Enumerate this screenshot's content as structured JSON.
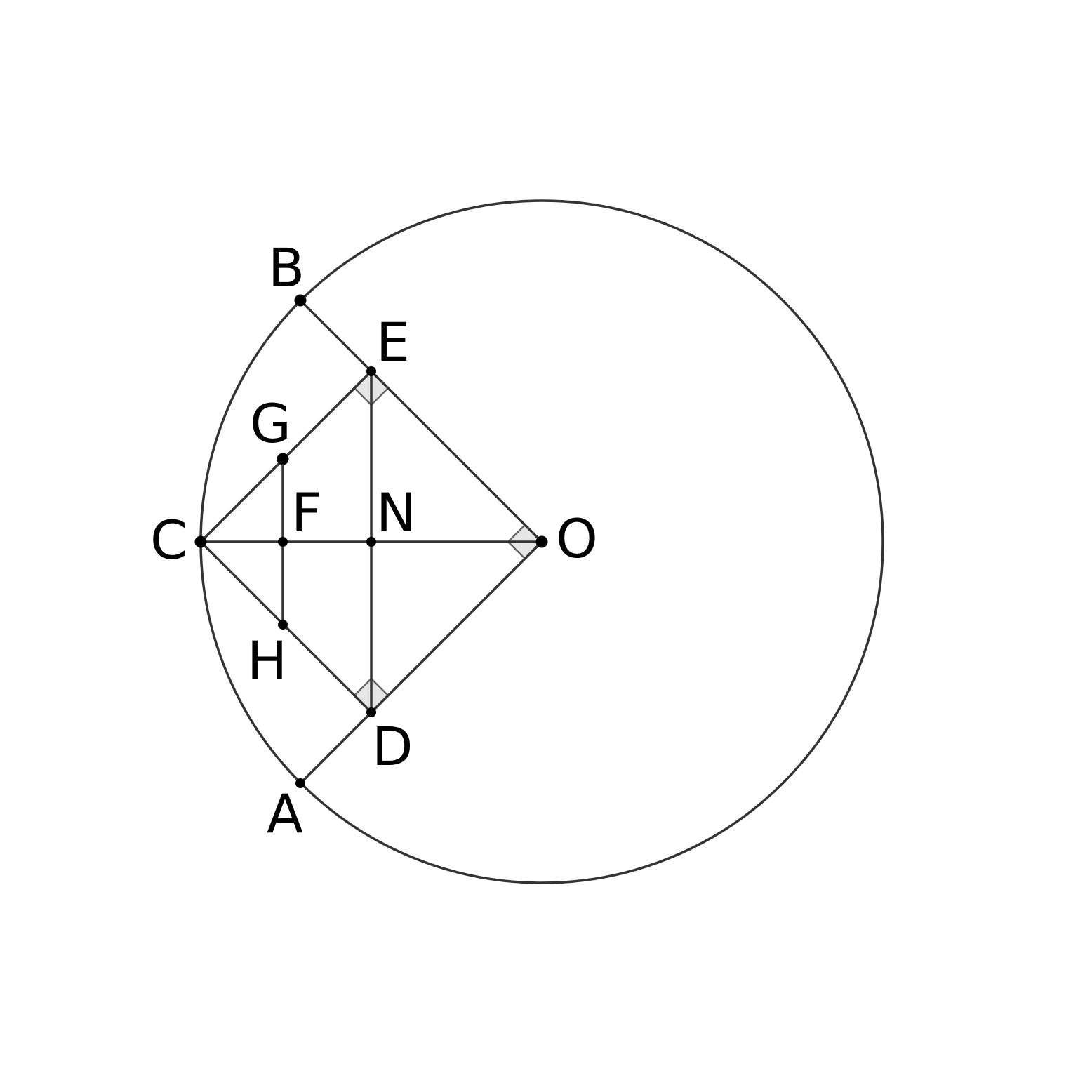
{
  "figure": {
    "points": [
      {
        "id": "A",
        "label": "A"
      },
      {
        "id": "B",
        "label": "B"
      },
      {
        "id": "C",
        "label": "C"
      },
      {
        "id": "D",
        "label": "D"
      },
      {
        "id": "E",
        "label": "E"
      },
      {
        "id": "F",
        "label": "F"
      },
      {
        "id": "G",
        "label": "G"
      },
      {
        "id": "H",
        "label": "H"
      },
      {
        "id": "N",
        "label": "N"
      },
      {
        "id": "O",
        "label": "O"
      }
    ],
    "circle": {
      "center": "O",
      "through": "C"
    },
    "segments": [
      [
        "O",
        "B"
      ],
      [
        "O",
        "A"
      ],
      [
        "C",
        "O"
      ],
      [
        "C",
        "E"
      ],
      [
        "C",
        "D"
      ],
      [
        "E",
        "D"
      ],
      [
        "G",
        "H"
      ]
    ],
    "right_angles": [
      "O",
      "E",
      "D"
    ],
    "colors": {
      "stroke": "#333333",
      "point": "#000000",
      "right_angle_fill": "#e6e6e6",
      "background": "#ffffff"
    }
  }
}
